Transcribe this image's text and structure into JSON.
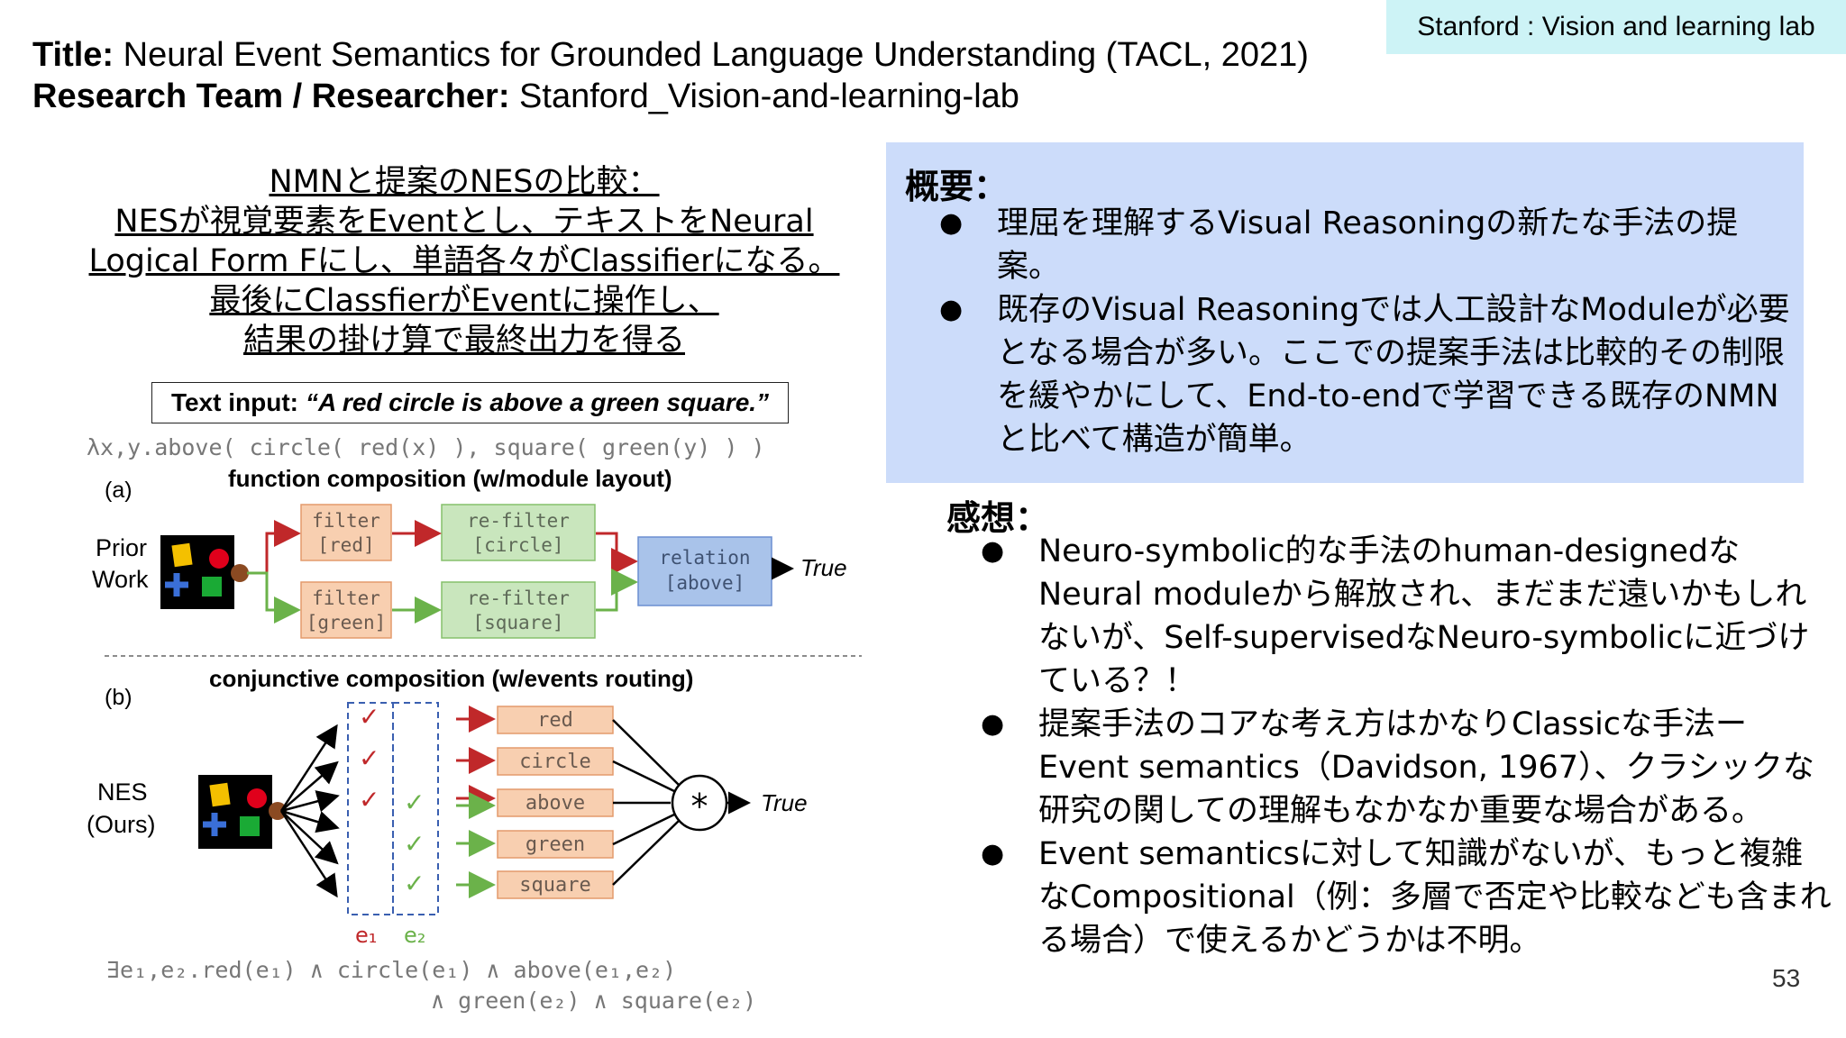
{
  "lab_badge": "Stanford : Vision and learning lab",
  "header": {
    "title_label": "Title:",
    "title": "Neural Event Semantics for Grounded Language Understanding (TACL, 2021)",
    "team_label": "Research Team / Researcher:",
    "team": "Stanford_Vision-and-learning-lab"
  },
  "left_caption": [
    "NMNと提案のNESの比較：",
    "NESが視覚要素をEventとし、テキストをNeural",
    "Logical Form Fにし、単語各々がClassifierになる。",
    "最後にClassfierがEventに操作し、",
    "結果の掛け算で最終出力を得る"
  ],
  "text_input": {
    "label": "Text input:",
    "sentence": "“A red circle is above a green square.”"
  },
  "lambda_expr": "λx,y.above( circle( red(x) ), square( green(y) ) )",
  "diagram": {
    "a_label": "(a)",
    "a_title": "function composition (w/module layout)",
    "prior_work": [
      "Prior",
      "Work"
    ],
    "modules_a": [
      {
        "line1": "filter",
        "line2": "[red]"
      },
      {
        "line1": "re-filter",
        "line2": "[circle]"
      },
      {
        "line1": "filter",
        "line2": "[green]"
      },
      {
        "line1": "re-filter",
        "line2": "[square]"
      },
      {
        "line1": "relation",
        "line2": "[above]"
      }
    ],
    "true_a": "True",
    "b_label": "(b)",
    "b_title": "conjunctive composition (w/events routing)",
    "nes_ours": [
      "NES",
      "(Ours)"
    ],
    "classifiers": [
      "red",
      "circle",
      "above",
      "green",
      "square"
    ],
    "product_symbol": "*",
    "true_b": "True",
    "check": "✓",
    "e1": "e₁",
    "e2": "e₂"
  },
  "exists_line1": "∃e₁,e₂.red(e₁) ∧ circle(e₁) ∧ above(e₁,e₂)",
  "exists_line2": "∧ green(e₂) ∧ square(e₂)",
  "summary": {
    "title": "概要：",
    "bullets": [
      "理屈を理解するVisual Reasoningの新たな手法の提案。",
      "既存のVisual Reasoningでは人工設計なModuleが必要となる場合が多い。ここでの提案手法は比較的その制限を緩やかにして、End-to-endで学習できる既存のNMNと比べて構造が簡単。"
    ]
  },
  "impressions": {
    "title": "感想：",
    "bullets": [
      "Neuro-symbolic的な手法のhuman-designedなNeural moduleから解放され、まだまだ遠いかもしれないが、Self-supervisedなNeuro-symbolicに近づけている？！",
      "提案手法のコアな考え方はかなりClassicな手法ーEvent semantics（Davidson, 1967）、クラシックな研究の関しての理解もなかなか重要な場合がある。",
      "Event semanticsに対して知識がないが、もっと複雑なCompositional（例：多層で否定や比較なども含まれる場合）で使えるかどうかは不明。"
    ]
  },
  "bullet_char": "●",
  "page_number": "53",
  "colors": {
    "orange_fill": "#f8cfb0",
    "orange_stroke": "#e49a6c",
    "green_fill": "#c9e6bd",
    "green_stroke": "#86c06b",
    "blue_fill": "#a9c3ea",
    "blue_stroke": "#6a8ed1",
    "red_arrow": "#c0282a",
    "green_arrow": "#6bb24a",
    "summary_bg": "#ccdcfa",
    "badge_bg": "#cdf3f6"
  }
}
